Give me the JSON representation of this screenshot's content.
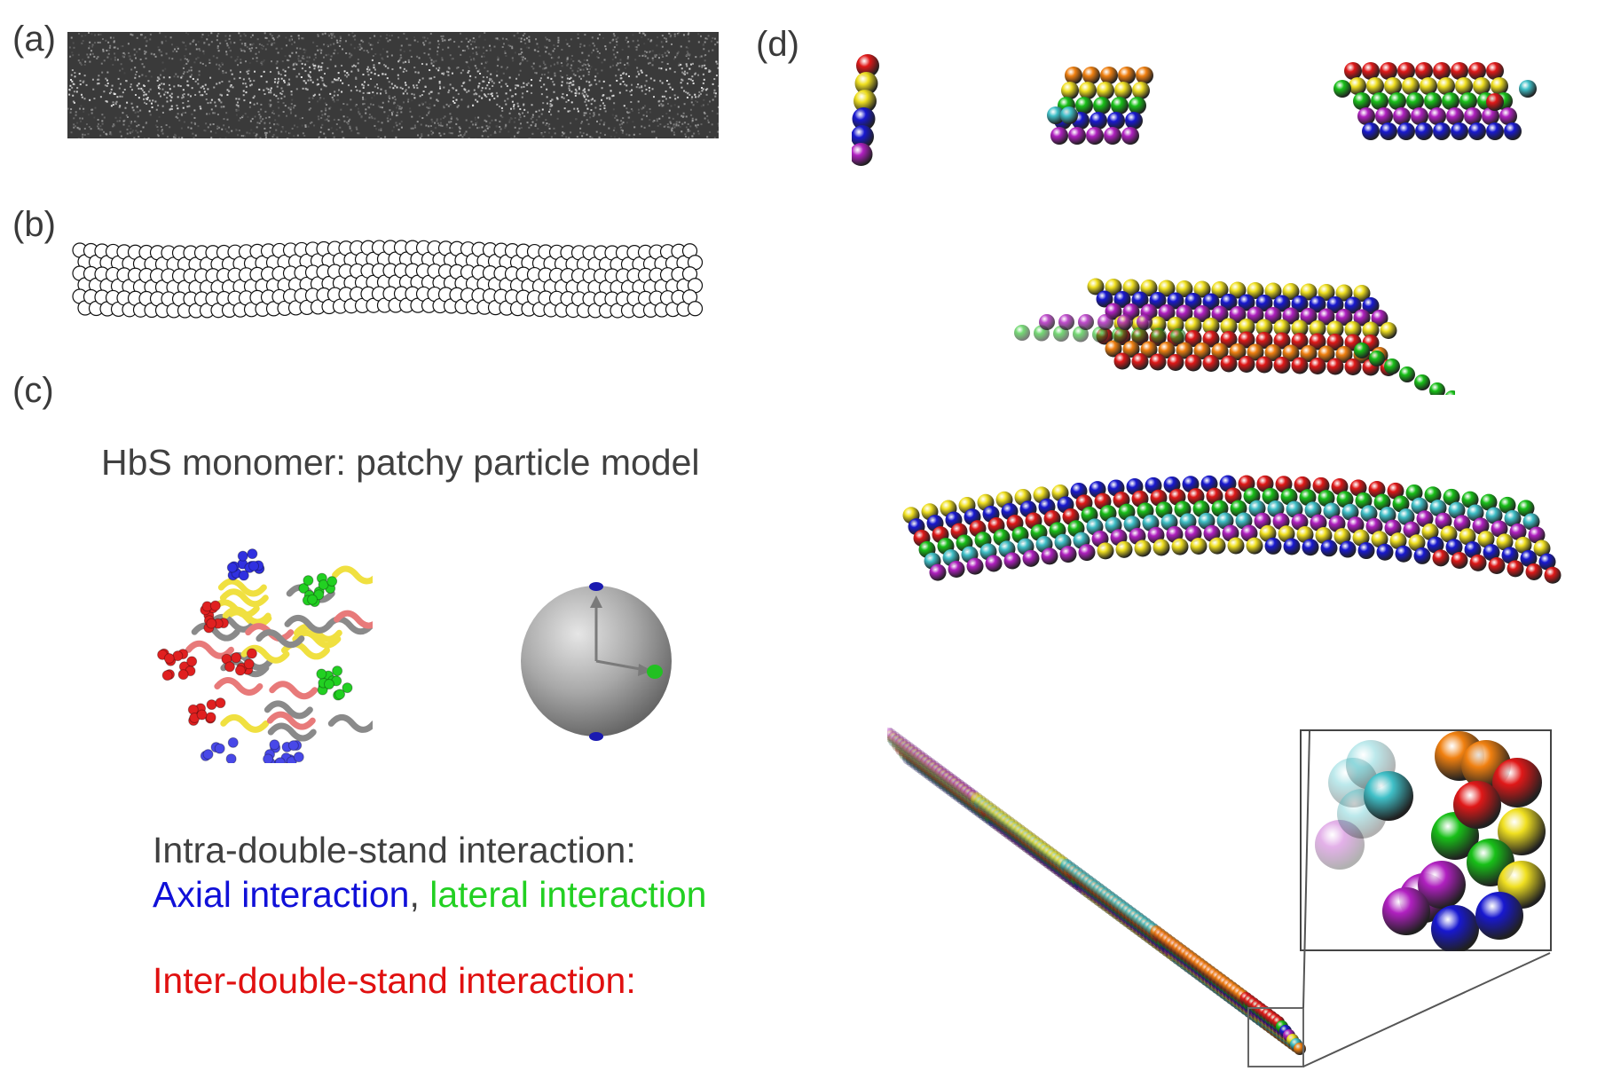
{
  "panels": {
    "a": {
      "label": "(a)"
    },
    "b": {
      "label": "(b)"
    },
    "c": {
      "label": "(c)",
      "title": "HbS monomer: patchy particle model",
      "intra_heading": "Intra-double-stand interaction:",
      "axial_text": "Axial interaction",
      "separator": ", ",
      "lateral_text": "lateral interaction",
      "inter_heading": "Inter-double-stand interaction:"
    },
    "d": {
      "label": "(d)"
    }
  },
  "colors": {
    "text": "#404040",
    "axial": "#1010d8",
    "lateral": "#22d022",
    "inter": "#e01010",
    "sphere_gray": "#9a9a9a"
  },
  "strand_colors": [
    "#e01818",
    "#f0e020",
    "#18c018",
    "#1818d0",
    "#b020c0",
    "#40c0c8",
    "#f08010"
  ]
}
